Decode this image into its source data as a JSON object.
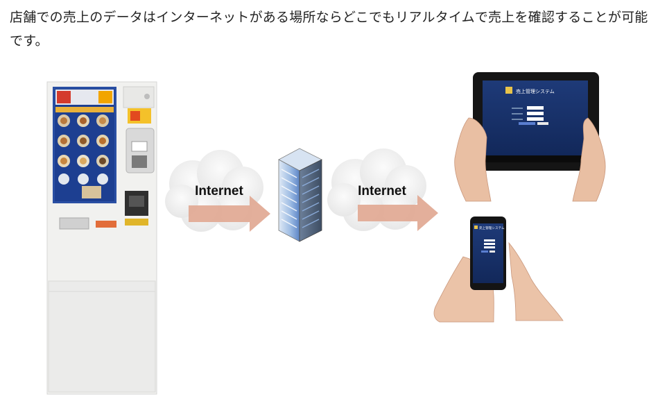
{
  "caption": "店舗での売上のデータはインターネットがある場所ならどこでもリアルタイムで売上を確認することが可能です。",
  "flow": {
    "link_1_label": "Internet",
    "link_2_label": "Internet"
  },
  "tablet_screen": {
    "system_title": "売上管理システム"
  },
  "phone_screen": {
    "system_title": "売上管理システム"
  }
}
